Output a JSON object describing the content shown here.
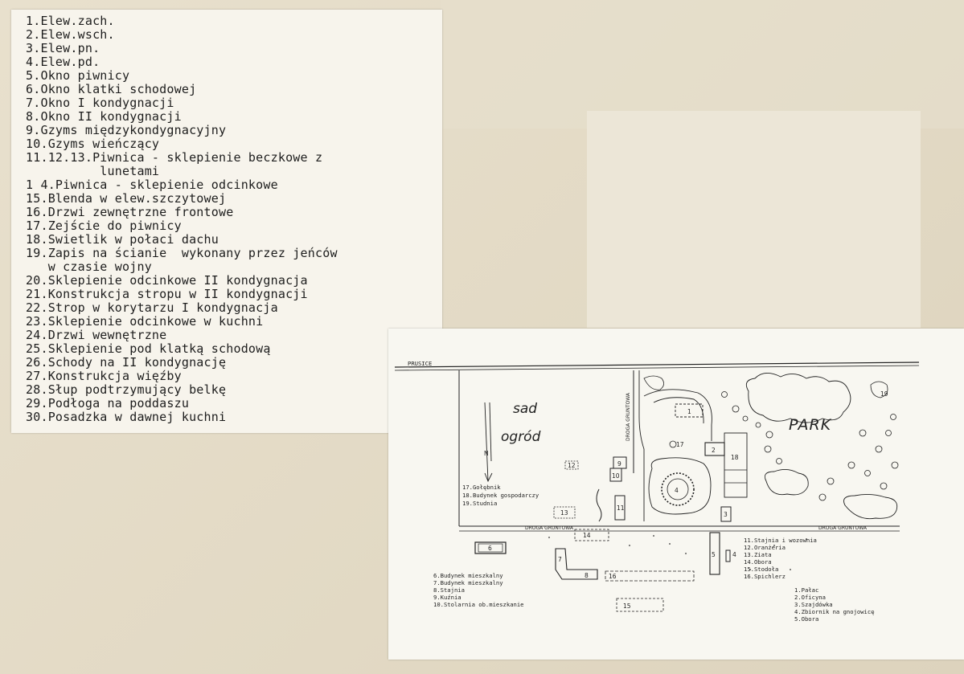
{
  "legend": {
    "items": [
      "1.Elew.zach.",
      "2.Elew.wsch.",
      "3.Elew.pn.",
      "4.Elew.pd.",
      "5.Okno piwnicy",
      "6.Okno klatki schodowej",
      "7.Okno I kondygnacji",
      "8.Okno II kondygnacji",
      "9.Gzyms międzykondygnacyjny",
      "10.Gzyms wieńczący",
      "11.12.13.Piwnica - sklepienie beczkowe z",
      "          lunetami",
      "1 4.Piwnica - sklepienie odcinkowe",
      "15.Blenda w elew.szczytowej",
      "16.Drzwi zewnętrzne frontowe",
      "17.Zejście do piwnicy",
      "18.Swietlik w połaci dachu",
      "19.Zapis na ścianie  wykonany przez jeńców",
      "   w czasie wojny",
      "20.Sklepienie odcinkowe II kondygnacja",
      "21.Konstrukcja stropu w II kondygnacji",
      "22.Strop w korytarzu I kondygnacja",
      "23.Sklepienie odcinkowe w kuchni",
      "24.Drzwi wewnętrzne",
      "25.Sklepienie pod klatką schodową",
      "26.Schody na II kondygnację",
      "27.Konstrukcja więźby",
      "28.Słup podtrzymujący belkę",
      "29.Podłoga na poddaszu",
      "30.Posadzka w dawnej kuchni"
    ]
  },
  "plan": {
    "road_label": "PRUSICE",
    "orchard_label_1": "sad",
    "orchard_label_2": "ogród",
    "park_label": "PARK",
    "dirt_road_label": "DROGA GRUNTOWA",
    "north_label": "N",
    "building_numbers": [
      "1",
      "2",
      "3",
      "4",
      "5",
      "6",
      "7",
      "8",
      "9",
      "10",
      "11",
      "12",
      "13",
      "14",
      "15",
      "16",
      "17",
      "18",
      "19"
    ],
    "legend_a": [
      "17.Gołębnik",
      "18.Budynek gospodarczy",
      "19.Studnia"
    ],
    "legend_b": [
      "6.Budynek mieszkalny",
      "7.Budynek mieszkalny",
      "8.Stajnia",
      "9.Kuźnia",
      "10.Stolarnia ob.mieszkanie"
    ],
    "legend_c": [
      "11.Stajnia i wozownia",
      "12.Oranżeria",
      "13.Ziata",
      "14.Obora",
      "15.Stodoła",
      "16.Spichlerz"
    ],
    "legend_d": [
      "1.Pałac",
      "2.Oficyna",
      "3.Szajdówka",
      "4.Zbiornik na gnojowicę",
      "5.Obora"
    ]
  }
}
